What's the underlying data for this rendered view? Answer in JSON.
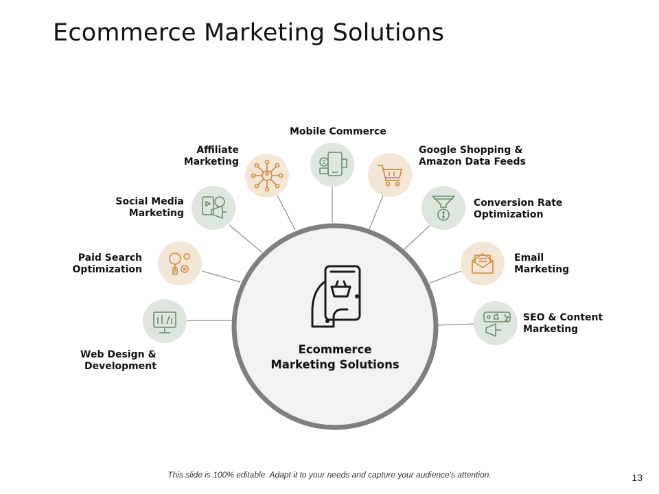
{
  "title": "Ecommerce Marketing Solutions",
  "center": {
    "line1": "Ecommerce",
    "line2": "Marketing Solutions",
    "icon": "mobile-shopping-basket-icon"
  },
  "nodes": [
    {
      "id": "web-design",
      "line1": "Web Design &",
      "line2": "Development",
      "icon": "monitor-design-icon",
      "tone": "green"
    },
    {
      "id": "paid-search",
      "line1": "Paid Search",
      "line2": "Optimization",
      "icon": "search-gears-icon",
      "tone": "beige"
    },
    {
      "id": "social-media",
      "line1": "Social Media",
      "line2": "Marketing",
      "icon": "social-megaphone-icon",
      "tone": "green"
    },
    {
      "id": "affiliate",
      "line1": "Affiliate",
      "line2": "Marketing",
      "icon": "network-people-icon",
      "tone": "beige"
    },
    {
      "id": "mobile-commerce",
      "line1": "Mobile Commerce",
      "line2": "",
      "icon": "mobile-payment-icon",
      "tone": "green"
    },
    {
      "id": "google-shopping",
      "line1": "Google Shopping &",
      "line2": "Amazon Data Feeds",
      "icon": "shopping-cart-icon",
      "tone": "beige"
    },
    {
      "id": "conversion-rate",
      "line1": "Conversion Rate",
      "line2": "Optimization",
      "icon": "funnel-coin-icon",
      "tone": "green"
    },
    {
      "id": "email",
      "line1": "Email",
      "line2": "Marketing",
      "icon": "envelope-icon",
      "tone": "beige"
    },
    {
      "id": "seo-content",
      "line1": "SEO & Content",
      "line2": "Marketing",
      "icon": "megaphone-feedback-icon",
      "tone": "green"
    }
  ],
  "colors": {
    "green_fill": "#dfe5df",
    "beige_fill": "#f3e6d6",
    "green_stroke": "#6b8f6b",
    "beige_stroke": "#d08a3c",
    "center_fill": "#f2f2f2",
    "center_ring": "#7f7f7f",
    "connector": "#8c8c8c"
  },
  "footer": "This slide is 100% editable. Adapt it to your needs and capture your audience's attention.",
  "page_number": "13"
}
